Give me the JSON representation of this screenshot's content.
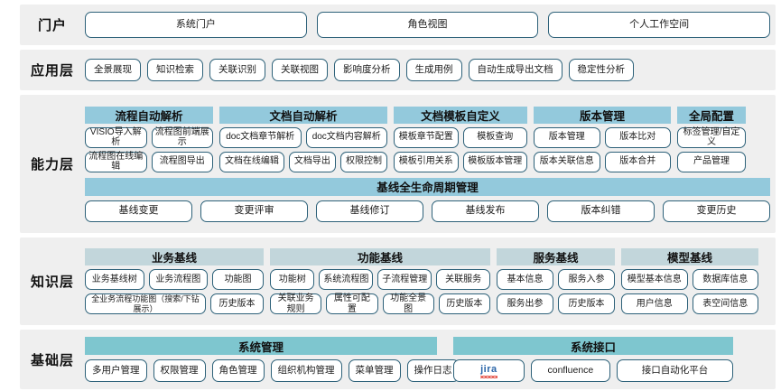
{
  "layers": [
    {
      "id": "portal",
      "label": "门户",
      "items": [
        "系统门户",
        "角色视图",
        "个人工作空间"
      ]
    },
    {
      "id": "application",
      "label": "应用层",
      "items": [
        "全景展现",
        "知识检索",
        "关联识别",
        "关联视图",
        "影响度分析",
        "生成用例",
        "自动生成导出文档",
        "稳定性分析"
      ]
    },
    {
      "id": "capability",
      "label": "能力层",
      "groups": [
        {
          "title": "流程自动解析",
          "rows": [
            [
              "VISIO导入解析",
              "流程图前端展示"
            ],
            [
              "流程图在线编辑",
              "流程图导出"
            ]
          ]
        },
        {
          "title": "文档自动解析",
          "rows": [
            [
              "doc文档章节解析",
              "doc文档内容解析"
            ],
            [
              "文档在线编辑",
              "文档导出",
              "权限控制"
            ]
          ]
        },
        {
          "title": "文档模板自定义",
          "rows": [
            [
              "模板章节配置",
              "模板查询"
            ],
            [
              "模板引用关系",
              "模板版本管理"
            ]
          ]
        },
        {
          "title": "版本管理",
          "rows": [
            [
              "版本管理",
              "版本比对"
            ],
            [
              "版本关联信息",
              "版本合并"
            ]
          ]
        },
        {
          "title": "全局配置",
          "rows": [
            [
              "标签管理/自定义"
            ],
            [
              "产品管理"
            ]
          ]
        }
      ],
      "baseline": {
        "title": "基线全生命周期管理",
        "items": [
          "基线变更",
          "变更评审",
          "基线修订",
          "基线发布",
          "版本纠错",
          "变更历史"
        ]
      }
    },
    {
      "id": "knowledge",
      "label": "知识层",
      "groups": [
        {
          "title": "业务基线",
          "rows": [
            [
              "业务基线树",
              "业务流程图",
              "功能图"
            ],
            [
              "全业务流程功能图（搜索/下钻展示）",
              "历史版本"
            ]
          ]
        },
        {
          "title": "功能基线",
          "rows": [
            [
              "功能树",
              "系统流程图",
              "子流程管理",
              "关联服务"
            ],
            [
              "关联业务规则",
              "属性可配置",
              "功能全景图",
              "历史版本"
            ]
          ]
        },
        {
          "title": "服务基线",
          "rows": [
            [
              "基本信息",
              "服务入参"
            ],
            [
              "服务出参",
              "历史版本"
            ]
          ]
        },
        {
          "title": "模型基线",
          "rows": [
            [
              "模型基本信息",
              "数据库信息"
            ],
            [
              "用户信息",
              "表空间信息"
            ]
          ]
        }
      ]
    },
    {
      "id": "foundation",
      "label": "基础层",
      "blocks": [
        {
          "title": "系统管理",
          "items": [
            "多用户管理",
            "权限管理",
            "角色管理",
            "组织机构管理",
            "菜单管理",
            "操作日志"
          ]
        },
        {
          "title": "系统接口",
          "items": [
            "jira",
            "confluence",
            "接口自动化平台"
          ]
        }
      ]
    }
  ],
  "colors": {
    "band_background": "#efefef",
    "pill_border": "#2d6179",
    "capability_header": "#93c9dc",
    "knowledge_header": "#c2d6db",
    "foundation_header": "#7ec6cf",
    "page_background": "#ffffff"
  }
}
